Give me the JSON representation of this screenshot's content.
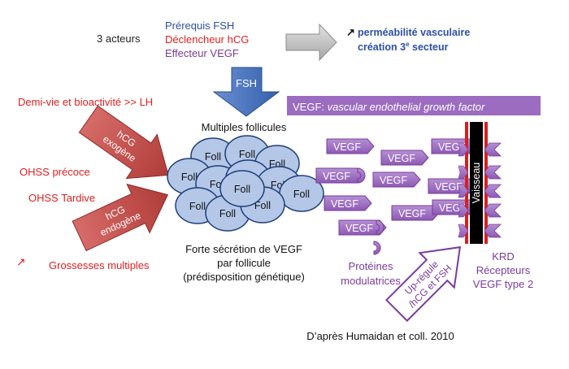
{
  "actors": {
    "label": "3 acteurs",
    "prereq": "Prérequis FSH",
    "trigger": "Déclencheur hCG",
    "effector": "Effecteur VEGF"
  },
  "outcome": {
    "line1": "perméabilité vasculaire",
    "line2_main": "création 3",
    "line2_sup": "e",
    "line2_end": " secteur"
  },
  "fsh_arrow": "FSH",
  "vegf_banner": {
    "prefix": "VEGF: ",
    "expansion": "vascular endothelial growth factor"
  },
  "half_life": "Demi-vie et bioactivité >> LH",
  "hcg_exogenous": {
    "line1": "hCG",
    "line2": "exogène"
  },
  "hcg_endogenous": {
    "line1": "hCG",
    "line2": "endogène"
  },
  "ohss_early": "OHSS précoce",
  "ohss_late": "OHSS Tardive",
  "multiple_pregnancies": "Grossesses multiples",
  "follicles": {
    "title": "Multiples follicules",
    "cell_label": "Foll"
  },
  "secretion": {
    "line1": "Forte sécrétion de VEGF",
    "line2": "par follicule",
    "line3": "(prédisposition génétique)"
  },
  "vegf_tag": "VEGF",
  "modulators": {
    "line1": "Protéines",
    "line2": "modulatrices"
  },
  "vessel": "Vaisseau",
  "receptors": {
    "line1": "KRD",
    "line2": "Récepteurs",
    "line3": "VEGF type 2"
  },
  "upregulation": {
    "line1": "Up-régule",
    "line2": "/hCG et FSH"
  },
  "source": "D’après Humaidan et coll. 2010",
  "colors": {
    "blue_text": "#2e4fa3",
    "red_text": "#e02020",
    "purple": "#7a3b9b",
    "purple_fill": "#9b6cbf",
    "follicle_fill": "#b4c7e7",
    "follicle_stroke": "#1f3f7a",
    "red_arrow": "#c0504d",
    "blue_arrow": "#4472c4",
    "grey_arrow": "#b0b0b0"
  }
}
